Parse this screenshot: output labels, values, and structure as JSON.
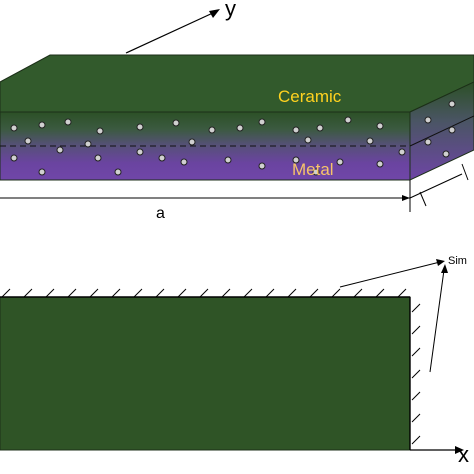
{
  "labels": {
    "ceramic": "Ceramic",
    "metal": "Metal",
    "axis_y": "y",
    "axis_x": "x",
    "dimension_a": "a",
    "support_note": "Sim"
  },
  "colors": {
    "ceramic": "#2e5228",
    "ceramic_top": "#385a30",
    "metal": "#6a3f9c",
    "ceramic_label": "#ffd21f",
    "metal_label": "#f6c36a"
  }
}
